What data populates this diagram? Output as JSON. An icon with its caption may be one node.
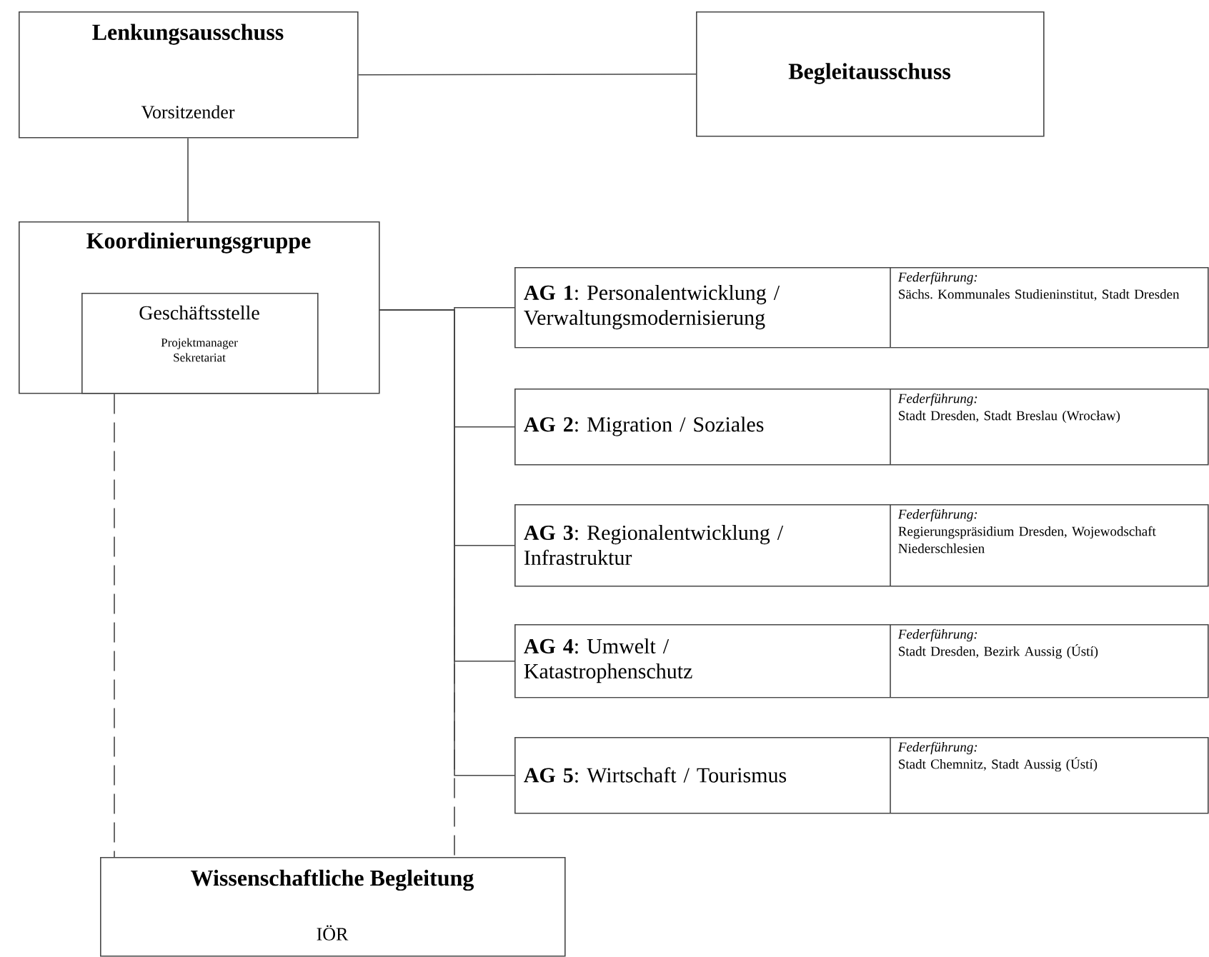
{
  "diagram": {
    "nodes": [
      {
        "text": [
          "Lenkungsausschuss",
          "Vorsitzender"
        ]
      },
      {
        "text": [
          "Begleitausschuss"
        ]
      },
      {
        "text": [
          "Koordinierungsgruppe"
        ]
      },
      {
        "text": [
          "Geschäftsstelle",
          "Projektmanager Sekretariat"
        ],
        "in": 2
      },
      {
        "text": [
          "**AG 1**: Personalentwicklung / Verwaltungsmodernisierung",
          "Federführung:",
          "Sächs. Kommunales Studieninstitut, Stadt Dresden"
        ]
      },
      {
        "text": [
          "**AG 2**: Migration / Soziales",
          "Federführung:",
          "Stadt Dresden, Stadt Breslau (Wrocław)"
        ]
      },
      {
        "text": [
          "**AG 3**: Regionalentwicklung / Infrastruktur",
          "Federführung:",
          "Regierungspräsidium Dresden, Wojewodschaft Niederschlesien"
        ]
      },
      {
        "text": [
          "**AG 4**: Umwelt / Katastrophenschutz",
          "Federführung:",
          "Stadt Dresden, Bezirk Aussig (Ústí)"
        ]
      },
      {
        "text": [
          "**AG 5**: Wirtschaft / Tourismus",
          "Federführung:",
          "Stadt Chemnitz, Stadt Aussig (Ústí)"
        ]
      },
      {
        "text": [
          "Wissenschaftliche Begleitung",
          "IÖR"
        ]
      }
    ],
    "edges": [
      {
        "from": 0,
        "to": 1,
        "arrow": "none"
      },
      {
        "from": 0,
        "to": 2,
        "arrow": "none"
      },
      {
        "from": 2,
        "to": 4,
        "arrow": "none"
      },
      {
        "from": 2,
        "to": 5,
        "arrow": "none"
      },
      {
        "from": 2,
        "to": 6,
        "arrow": "none"
      },
      {
        "from": 2,
        "to": 7,
        "arrow": "none"
      },
      {
        "from": 2,
        "to": 8,
        "arrow": "none"
      },
      {
        "from": 3,
        "to": 9,
        "arrow": "none",
        "style": "dashed"
      },
      {
        "from": 2,
        "to": 9,
        "arrow": "none",
        "style": "dashed"
      }
    ]
  }
}
